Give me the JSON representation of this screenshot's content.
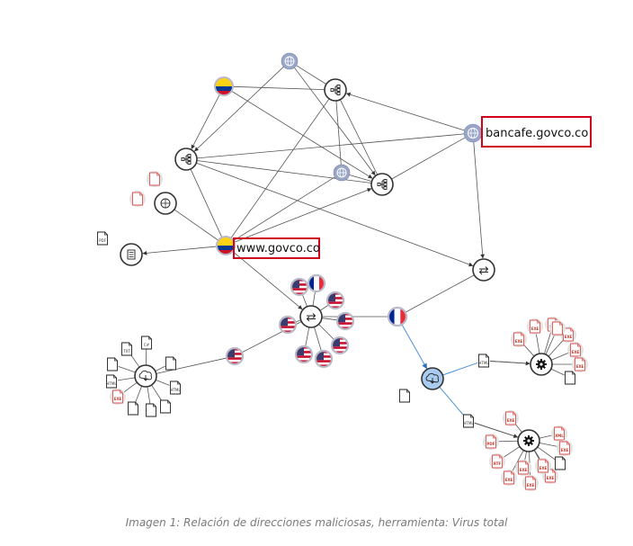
{
  "labels": {
    "bancafe": "bancafe.govco.co",
    "govco": "www.govco.co"
  },
  "caption": "Imagen 1: Relación de direcciones maliciosas, herramienta: Virus total",
  "colors": {
    "edge": "#555555",
    "edge_blue": "#4a90d9",
    "highlight_box": "#d0021b",
    "node_ring": "#333333",
    "globe": "#9aa6c8",
    "flag_us_red": "#c8102e",
    "flag_us_blue": "#3c3b6e",
    "flag_fr_blue": "#002395",
    "flag_fr_red": "#ed2939",
    "flag_co_yellow": "#fcd116",
    "flag_co_blue": "#003893",
    "flag_co_red": "#ce1126",
    "file_red": "#d9534f"
  },
  "file_tags": {
    "exe": "EXE",
    "html": "HTML",
    "pdf": "PDF",
    "txt": "TXT",
    "xml": "XML",
    "rtf": "RTF",
    "cs": "C#"
  }
}
